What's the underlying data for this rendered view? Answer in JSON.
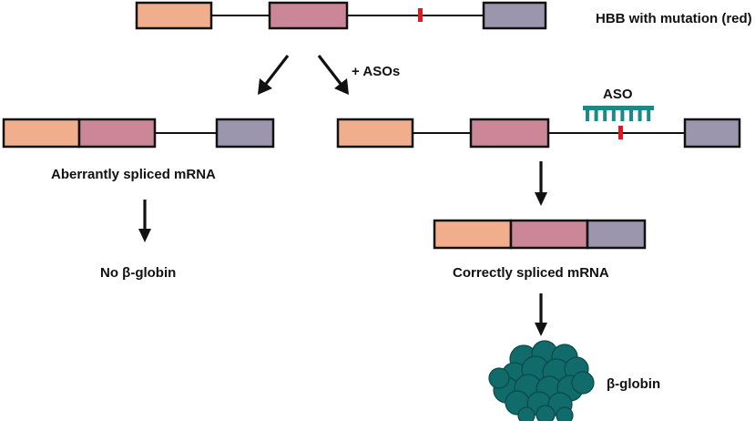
{
  "labels": {
    "hbb_mutation": "HBB with mutation (red)",
    "plus_asos": "+ ASOs",
    "aso": "ASO",
    "aberrant_mrna": "Aberrantly spliced mRNA",
    "no_globin": "No β-globin",
    "correct_mrna": "Correctly spliced mRNA",
    "globin": "β-globin"
  },
  "colors": {
    "exon1": "#f1ae8d",
    "exon2": "#cb8797",
    "exon3": "#9b95ae",
    "mutation": "#e8161c",
    "aso": "#1b8a86",
    "globin": "#106b6a",
    "outline": "#111111"
  }
}
